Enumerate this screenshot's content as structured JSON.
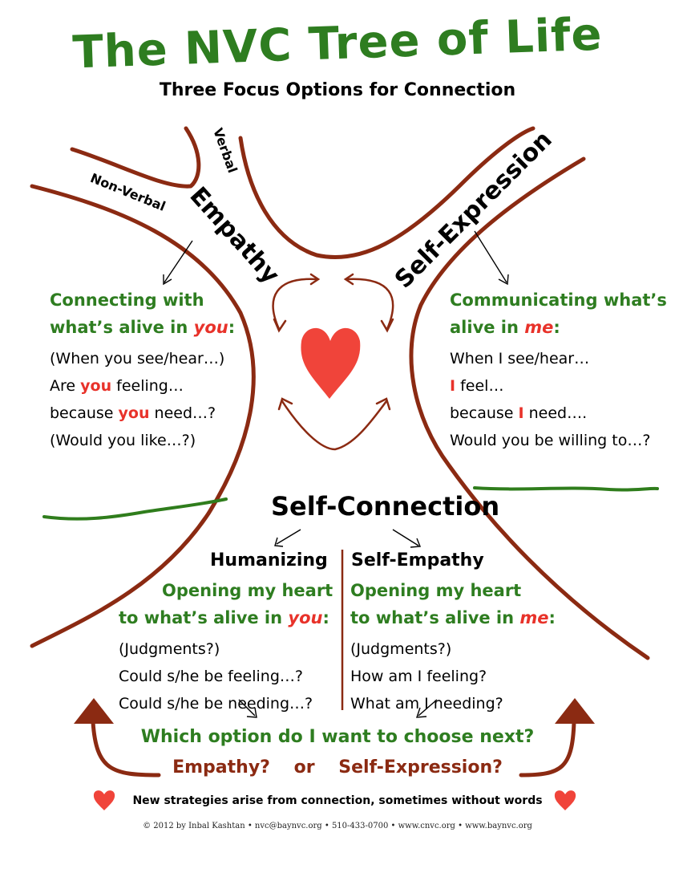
{
  "title": "The NVC Tree of Life",
  "subtitle": "Three Focus Options for Connection",
  "branch_labels": {
    "verbal": "Verbal",
    "non_verbal": "Non-Verbal"
  },
  "empathy": {
    "heading": "Empathy",
    "line1": "Connecting with",
    "line2_pre": "what’s alive in ",
    "line2_em": "you",
    "line2_post": ":",
    "l3": "(When you see/hear…)",
    "l4_pre": "Are ",
    "l4_em": "you",
    "l4_post": " feeling…",
    "l5_pre": "because ",
    "l5_em": "you",
    "l5_post": " need…?",
    "l6": "(Would you like…?)"
  },
  "self_expression": {
    "heading": "Self-Expression",
    "line1": "Communicating what’s",
    "line2_pre": "alive in ",
    "line2_em": "me",
    "line2_post": ":",
    "l3": "When I see/hear…",
    "l4_em": "I",
    "l4_post": " feel…",
    "l5_pre": "because ",
    "l5_em": "I",
    "l5_post": " need….",
    "l6": "Would you be willing to…?"
  },
  "self_connection": {
    "heading": "Self-Connection",
    "humanizing": {
      "heading": "Humanizing",
      "line1": "Opening my heart",
      "line2_pre": "to what’s alive in ",
      "line2_em": "you",
      "line2_post": ":",
      "l3": "(Judgments?)",
      "l4": "Could s/he be feeling…?",
      "l5": "Could s/he be needing…?"
    },
    "self_empathy": {
      "heading": "Self-Empathy",
      "line1": "Opening my heart",
      "line2_pre": "to what’s alive in ",
      "line2_em": "me",
      "line2_post": ":",
      "l3": "(Judgments?)",
      "l4": "How am I feeling?",
      "l5": "What am I needing?"
    }
  },
  "question": {
    "line1": "Which option do I want to choose next?",
    "opt1": "Empathy?",
    "or": "or",
    "opt2": "Self-Expression?"
  },
  "note": "New strategies arise from connection, sometimes without words",
  "footer": "© 2012 by Inbal Kashtan • nvc@baynvc.org • 510-433-0700 • www.cnvc.org • www.baynvc.org",
  "colors": {
    "green": "#2e7d20",
    "red": "#e8322a",
    "trunk": "#8b2a12",
    "grass": "#2f7d1c",
    "heart": "#f0443a"
  },
  "icons": [
    "heart-icon",
    "arrow-icon"
  ]
}
